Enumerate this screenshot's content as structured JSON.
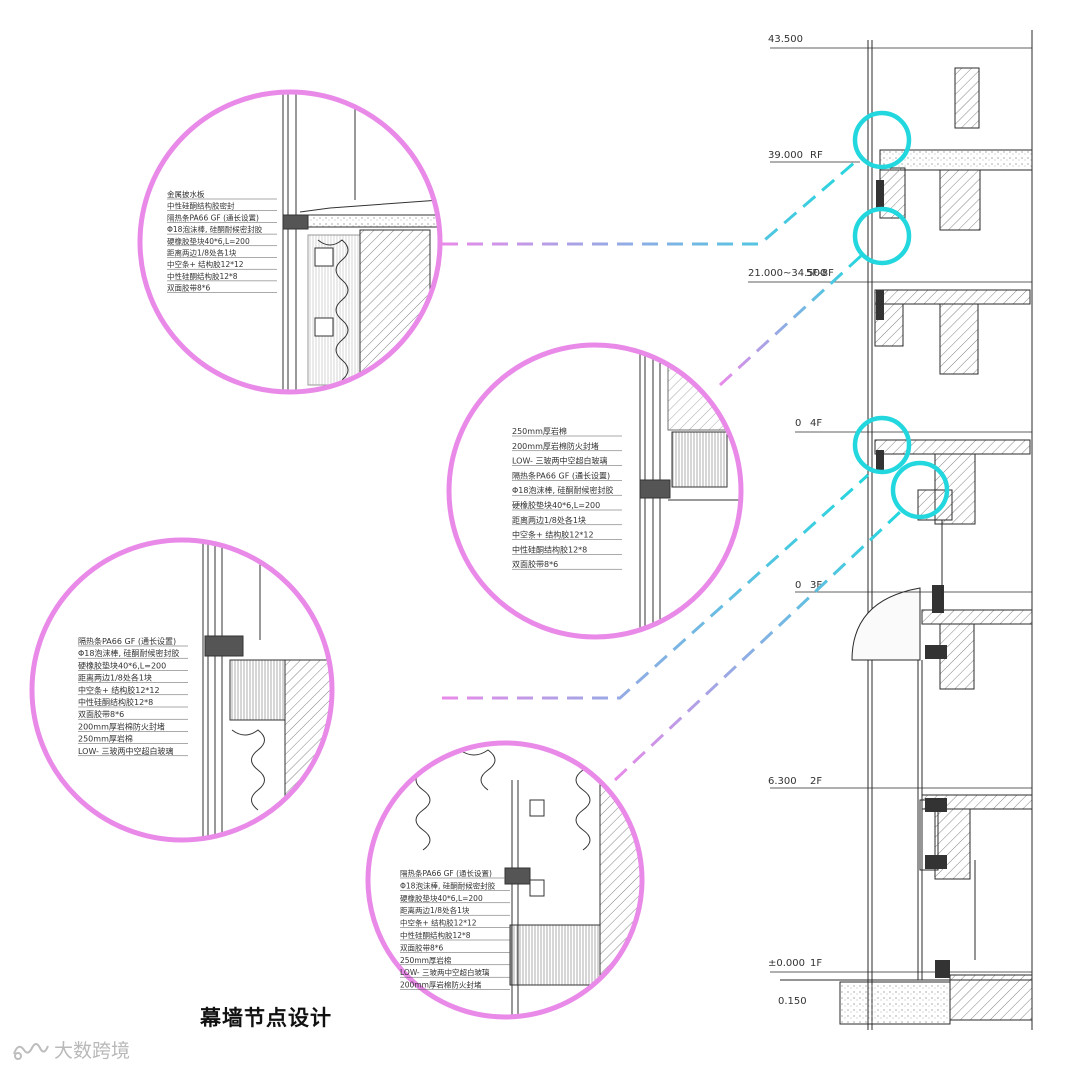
{
  "title": "幕墙节点设计",
  "watermark": "大数跨境",
  "colors": {
    "circle_ring": "#e98ae9",
    "highlight": "#22d7de",
    "line": "#2b2b2b",
    "hatch": "#555555",
    "background": "#ffffff"
  },
  "elevation_levels": [
    {
      "elev": "43.500",
      "floor": ""
    },
    {
      "elev": "39.000",
      "floor": "RF"
    },
    {
      "elev": "21.000~34.500",
      "floor": "5F-8F"
    },
    {
      "elev": "0",
      "floor": "4F"
    },
    {
      "elev": "0",
      "floor": "3F"
    },
    {
      "elev": "6.300",
      "floor": "2F"
    },
    {
      "elev": "±0.000",
      "floor": "1F"
    },
    {
      "elev": "0.150",
      "floor": ""
    }
  ],
  "details": [
    {
      "name": "detail-roof-parapet",
      "labels": [
        "金属披水板",
        "中性硅酮结构胶密封",
        "隔热条PA66 GF (通长设置)",
        "Φ18泡沫棒, 硅酮耐候密封胶",
        "硬橡胶垫块40*6,L=200",
        "距离两边1/8处各1块",
        "中空条+ 结构胶12*12",
        "中性硅酮结构胶12*8",
        "双面胶带8*6"
      ]
    },
    {
      "name": "detail-floor-slab-upper",
      "labels": [
        "250mm厚岩棉",
        "200mm厚岩棉防火封堵",
        "LOW- 三玻两中空超白玻璃",
        "隔热条PA66 GF (通长设置)",
        "Φ18泡沫棒, 硅酮耐候密封胶",
        "硬橡胶垫块40*6,L=200",
        "距离两边1/8处各1块",
        "中空条+ 结构胶12*12",
        "中性硅酮结构胶12*8",
        "双面胶带8*6"
      ]
    },
    {
      "name": "detail-floor-slab-middle",
      "labels": [
        "隔热条PA66 GF (通长设置)",
        "Φ18泡沫棒, 硅酮耐候密封胶",
        "硬橡胶垫块40*6,L=200",
        "距离两边1/8处各1块",
        "中空条+ 结构胶12*12",
        "中性硅酮结构胶12*8",
        "双面胶带8*6",
        "200mm厚岩棉防火封堵",
        "250mm厚岩棉",
        "LOW- 三玻两中空超白玻璃"
      ]
    },
    {
      "name": "detail-floor-slab-lower",
      "labels": [
        "隔热条PA66 GF (通长设置)",
        "Φ18泡沫棒, 硅酮耐候密封胶",
        "硬橡胶垫块40*6,L=200",
        "距离两边1/8处各1块",
        "中空条+ 结构胶12*12",
        "中性硅酮结构胶12*8",
        "双面胶带8*6",
        "250mm厚岩棉",
        "LOW- 三玻两中空超白玻璃",
        "200mm厚岩棉防火封堵"
      ]
    }
  ]
}
